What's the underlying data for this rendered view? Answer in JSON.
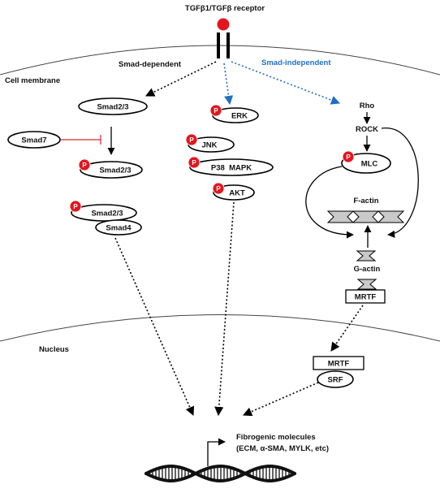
{
  "receptor_label": "TGFβ1/TGFβ receptor",
  "branch_dependent": "Smad-dependent",
  "branch_independent": "Smad-independent",
  "cell_membrane": "Cell membrane",
  "nucleus": "Nucleus",
  "phospho_mark": "P",
  "smad": {
    "smad23_top": "Smad2/3",
    "smad7": "Smad7",
    "smad23_p": "Smad2/3",
    "complex_smad23": "Smad2/3",
    "complex_smad4": "Smad4"
  },
  "mapk": {
    "erk": "ERK",
    "jnk": "JNK",
    "p38": "P38  MAPK",
    "akt": "AKT"
  },
  "rho_path": {
    "rho": "Rho",
    "rock": "ROCK",
    "mlc": "MLC",
    "f_actin": "F-actin",
    "g_actin": "G-actin",
    "mrtf_cyto": "MRTF",
    "mrtf_nuc": "MRTF",
    "srf": "SRF"
  },
  "output": {
    "line1": "Fibrogenic molecules",
    "line2": "(ECM, α-SMA, MYLK, etc)"
  },
  "colors": {
    "phospho": "#e3161f",
    "independent_arrow": "#1f6fc5",
    "inhibition": "#d9262b"
  }
}
